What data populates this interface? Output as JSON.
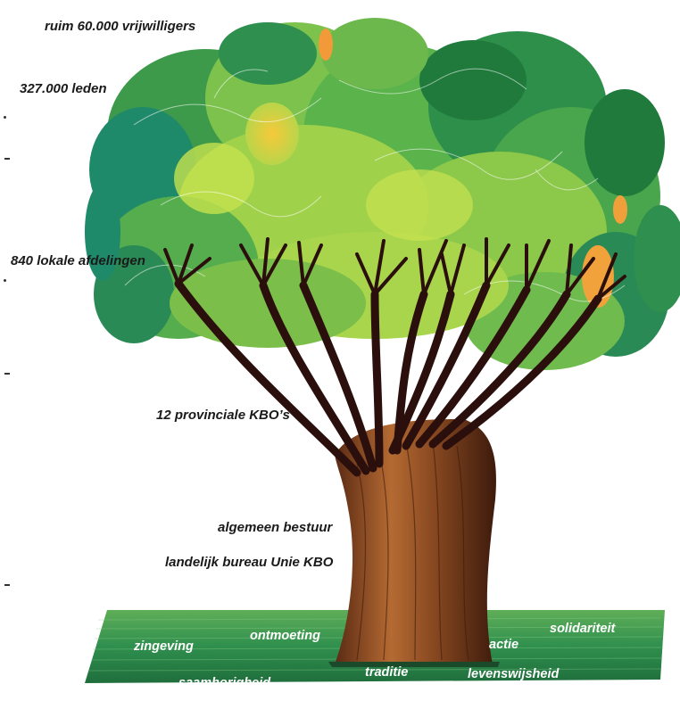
{
  "labels": {
    "volunteers": "ruim 60.000 vrijwilligers",
    "members": "327.000 leden",
    "local_branches": "840 lokale afdelingen",
    "provincial": "12 provinciale KBO’s",
    "board": "algemeen bestuur",
    "bureau": "landelijk bureau Unie KBO"
  },
  "values": {
    "zingeving": "zingeving",
    "ontmoeting": "ontmoeting",
    "actie": "actie",
    "solidariteit": "solidariteit",
    "traditie": "traditie",
    "saamhorigheid": "saamhorigheid",
    "levenswijsheid": "levenswijsheid"
  },
  "colors": {
    "leaf_dark": "#1f7a3c",
    "leaf_mid": "#3fa14a",
    "leaf_light": "#9fd14b",
    "leaf_yellow": "#e9e04a",
    "leaf_orange": "#f2a23a",
    "branch": "#2b0f0d",
    "trunk": "#8a4a22",
    "grass": "#2f8f4e"
  }
}
